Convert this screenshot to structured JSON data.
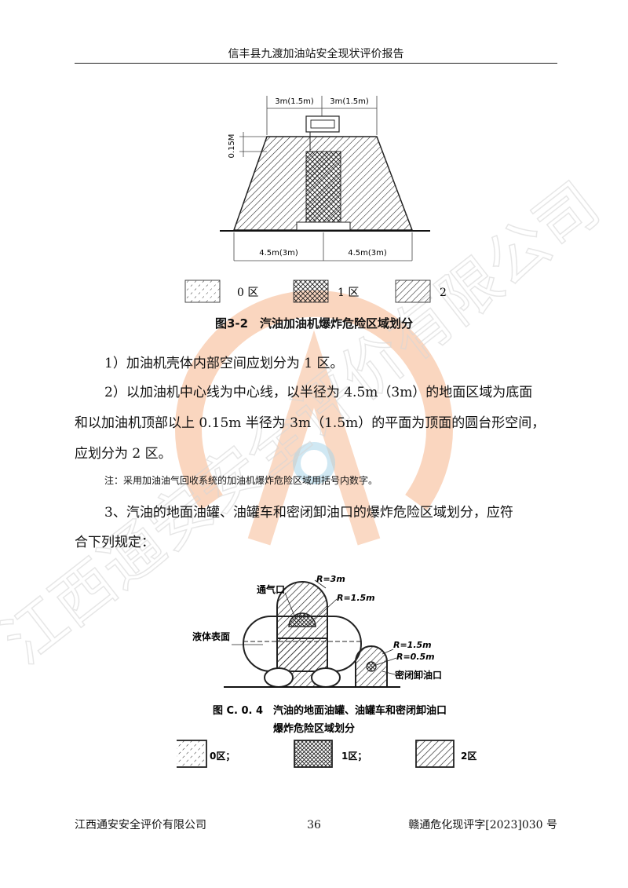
{
  "header": {
    "title": "信丰县九渡加油站安全现状评价报告"
  },
  "figure1": {
    "dim_top_left": "3m(1.5m)",
    "dim_top_right": "3m(1.5m)",
    "dim_height": "0.15M",
    "dim_bottom_left": "4.5m(3m)",
    "dim_bottom_right": "4.5m(3m)",
    "legend": [
      "0 区",
      "1 区",
      "2 区"
    ],
    "caption": "图3-2　汽油加油机爆炸危险区域划分"
  },
  "body": {
    "p1": "1）加油机壳体内部空间应划分为 1 区。",
    "p2_line1": "2）以加油机中心线为中心线，以半径为 4.5m（3m）的地面区域为底面",
    "p2_line2": "和以加油机顶部以上 0.15m 半径为 3m（1.5m）的平面为顶面的圆台形空间，",
    "p2_line3": "应划分为 2 区。",
    "note": "注：采用加油油气回收系统的加油机爆炸危险区域用括号内数字。",
    "p3_line1": "3、汽油的地面油罐、油罐车和密闭卸油口的爆炸危险区域划分，应符",
    "p3_line2": "合下列规定："
  },
  "figure2": {
    "label_vent": "通气口",
    "label_r3": "R=3m",
    "label_r15": "R=1.5m",
    "label_liquid": "液体表面",
    "label_r15b": "R=1.5m",
    "label_r05": "R=0.5m",
    "label_port": "密闭卸油口",
    "caption_line1": "图 C. 0. 4　汽油的地面油罐、油罐车和密闭卸油口",
    "caption_line2": "爆炸危险区域划分",
    "legend": [
      "0区；",
      "1区；",
      "2区"
    ]
  },
  "watermark": {
    "text": "江西通安安全评价有限公司"
  },
  "footer": {
    "company": "江西通安安全评价有限公司",
    "page": "36",
    "doc_no": "赣通危化现评字[2023]030 号"
  }
}
